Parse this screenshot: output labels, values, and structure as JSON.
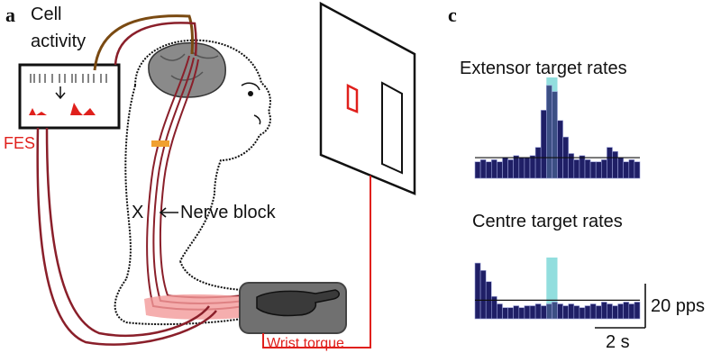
{
  "panels": {
    "a": {
      "letter": "a",
      "cell_activity_line1": "Cell",
      "cell_activity_line2": "activity",
      "fes_label": "FES",
      "nerve_block_mark": "X",
      "nerve_block_label": "Nerve block",
      "wrist_torque_label": "Wrist torque"
    },
    "c": {
      "letter": "c",
      "scale_y_label": "20 pps",
      "scale_x_label": "2 s"
    }
  },
  "colors": {
    "bars": "#1f1f66",
    "highlight": "#7fd8d8",
    "stimulation": "#e0201c",
    "cable": "#8a1f2a",
    "cable_brown": "#7a4a12",
    "brain": "#8a8a8a",
    "glove": "#707070"
  },
  "chart_data": [
    {
      "type": "bar",
      "title": "Extensor target rates",
      "values": [
        8,
        9,
        8,
        9,
        8,
        10,
        9,
        11,
        10,
        10,
        11,
        15,
        33,
        45,
        42,
        28,
        20,
        12,
        9,
        11,
        9,
        8,
        8,
        9,
        15,
        13,
        10,
        8,
        9,
        8
      ],
      "baseline": 10,
      "highlight_bins": [
        13,
        14
      ]
    },
    {
      "type": "bar",
      "title": "Centre target rates",
      "values": [
        30,
        26,
        20,
        12,
        8,
        6,
        6,
        7,
        6,
        7,
        7,
        8,
        7,
        8,
        9,
        8,
        7,
        8,
        7,
        6,
        7,
        8,
        7,
        9,
        8,
        7,
        8,
        9,
        8,
        9
      ],
      "baseline": 10,
      "highlight_bins": [
        13,
        14
      ]
    }
  ]
}
